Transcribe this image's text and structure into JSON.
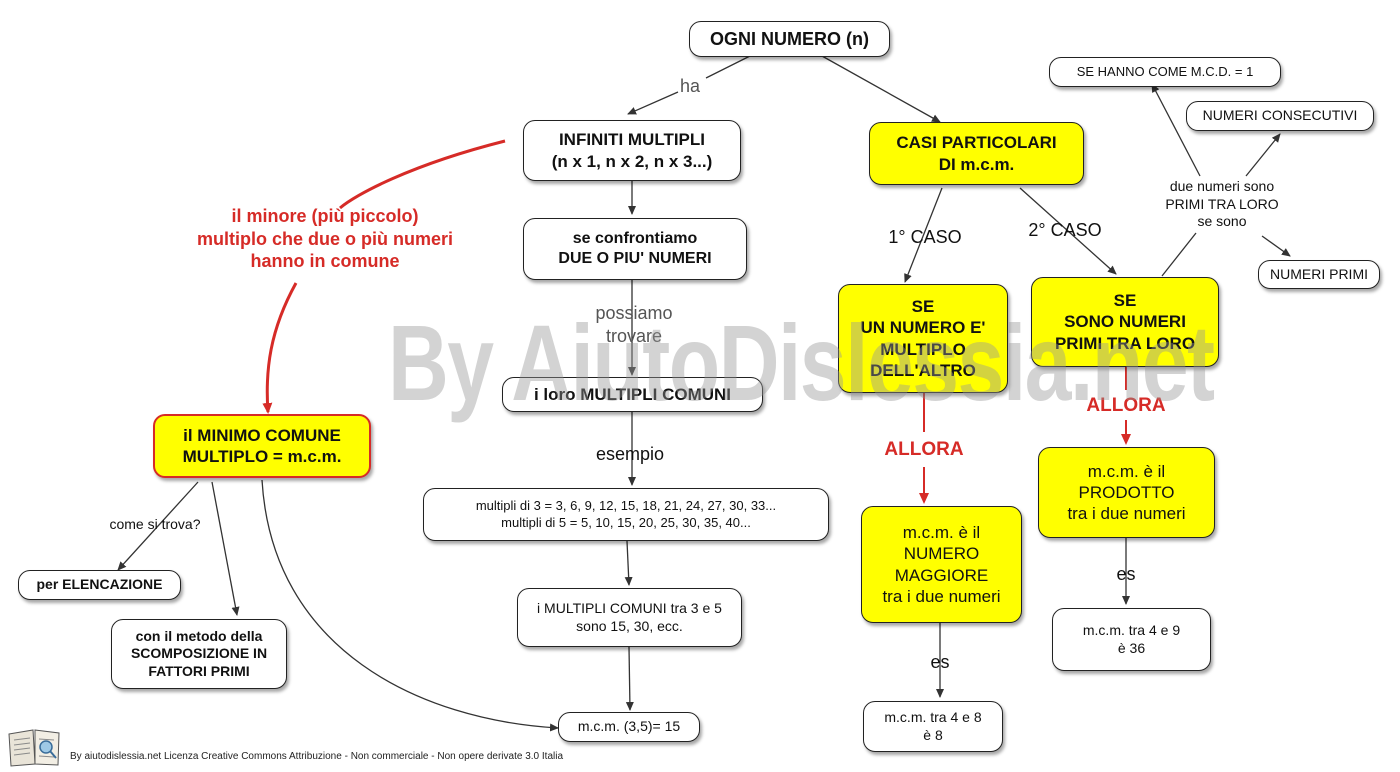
{
  "nodes": {
    "ogni_numero": "OGNI NUMERO (n)",
    "infiniti_multipli": "INFINITI MULTIPLI\n(n x 1, n x 2, n x 3...)",
    "se_confrontiamo": "se confrontiamo\nDUE O PIU' NUMERI",
    "multipli_comuni": "i loro MULTIPLI COMUNI",
    "esempio_multipli": "multipli di 3 = 3, 6, 9, 12, 15, 18, 21, 24, 27, 30, 33...\nmultipli di 5 = 5, 10, 15, 20, 25, 30, 35, 40...",
    "multipli_comuni_3_5": "i MULTIPLI COMUNI tra 3 e 5\nsono 15, 30, ecc.",
    "mcm_3_5": "m.c.m. (3,5)= 15",
    "minimo_comune": "il MINIMO COMUNE\nMULTIPLO = m.c.m.",
    "per_elencazione": "per ELENCAZIONE",
    "scomposizione": "con il metodo della\nSCOMPOSIZIONE IN\nFATTORI PRIMI",
    "casi_particolari": "CASI PARTICOLARI\nDI m.c.m.",
    "caso1": "SE\nUN NUMERO E'\nMULTIPLO\nDELL'ALTRO",
    "caso2": "SE\nSONO NUMERI\nPRIMI TRA LORO",
    "numero_maggiore": "m.c.m. è il\nNUMERO\nMAGGIORE\ntra i due numeri",
    "prodotto": "m.c.m. è il\nPRODOTTO\ntra i due numeri",
    "es_4_8": "m.c.m. tra 4 e 8\nè 8",
    "es_4_9": "m.c.m. tra 4 e 9\nè 36",
    "mcd_1": "SE HANNO COME M.C.D. = 1",
    "consecutivi": "NUMERI CONSECUTIVI",
    "numeri_primi": "NUMERI PRIMI"
  },
  "labels": {
    "ha": "ha",
    "possiamo_trovare": "possiamo\ntrovare",
    "esempio": "esempio",
    "come_si_trova": "come si trova?",
    "definizione": "il minore (più piccolo)\nmultiplo che due o più numeri\nhanno in comune",
    "caso1": "1° CASO",
    "caso2": "2° CASO",
    "allora_1": "ALLORA",
    "allora_2": "ALLORA",
    "es_1": "es",
    "es_2": "es",
    "primi_tra_loro": "due numeri sono\nPRIMI TRA LORO\nse sono"
  },
  "watermark": "By AiutoDislessia.net",
  "footer": "By aiutodislessia.net Licenza Creative Commons Attribuzione - Non commerciale - Non opere derivate 3.0 Italia",
  "colors": {
    "highlight": "#ffff00",
    "accent_red": "#d62b27",
    "line": "#333333"
  }
}
